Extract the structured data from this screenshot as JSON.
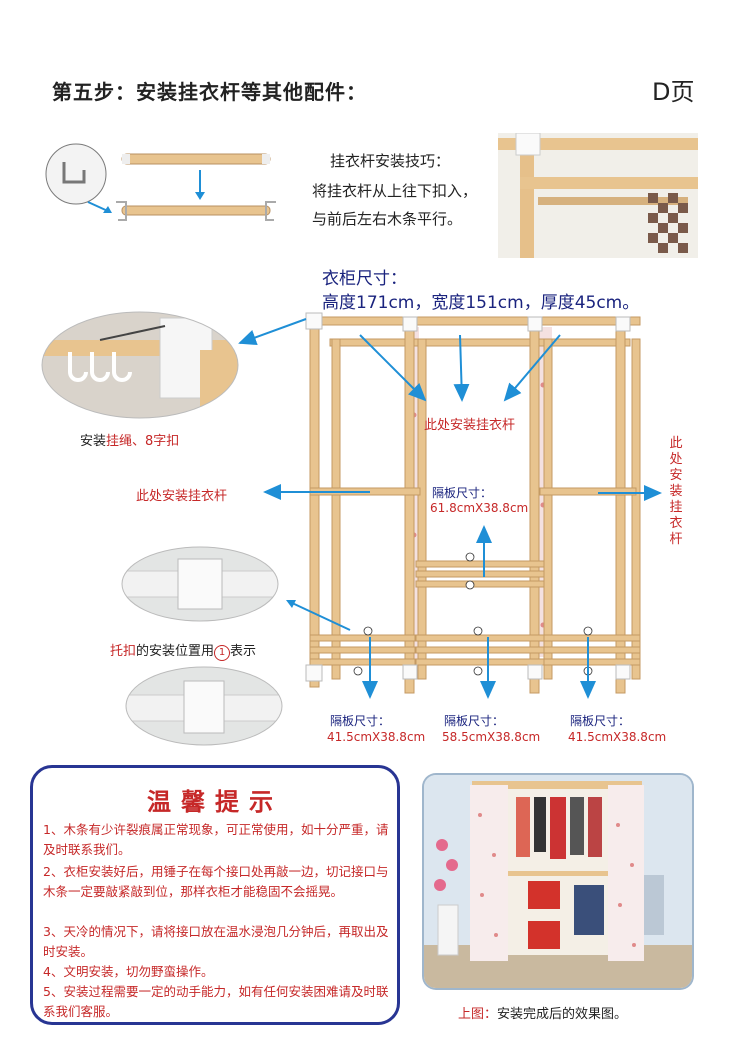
{
  "header": {
    "title": "第五步：安装挂衣杆等其他配件：",
    "page_id": "D页"
  },
  "tips": {
    "heading": "挂衣杆安装技巧：",
    "line1": "将挂衣杆从上往下扣入，",
    "line2": "与前后左右木条平行。"
  },
  "dimensions": {
    "heading": "衣柜尺寸：",
    "values": "高度171cm，宽度151cm，厚度45cm。"
  },
  "labels": {
    "rope_prefix": "安装",
    "rope_highlight": "挂绳、8字扣",
    "rod_center": "此处安装挂衣杆",
    "rod_left": "此处安装挂衣杆",
    "rod_right_vertical": "此处安装挂衣杆",
    "clip_prefix": "托扣",
    "clip_middle": "的安装位置用",
    "clip_symbol": "1",
    "clip_suffix": "表示"
  },
  "shelves": {
    "middle": {
      "label": "隔板尺寸：",
      "size": "61.8cmX38.8cm"
    },
    "left": {
      "label": "隔板尺寸：",
      "size": "41.5cmX38.8cm"
    },
    "center": {
      "label": "隔板尺寸：",
      "size": "58.5cmX38.8cm"
    },
    "right": {
      "label": "隔板尺寸：",
      "size": "41.5cmX38.8cm"
    }
  },
  "notice": {
    "title": "温馨提示",
    "items": [
      "1、木条有少许裂痕属正常现象，可正常使用，如十分严重，请及时联系我们。",
      "2、衣柜安装好后，用锤子在每个接口处再敲一边，切记接口与木条一定要敲紧敲到位，那样衣柜才能稳固不会摇晃。",
      "3、天冷的情况下，请将接口放在温水浸泡几分钟后，再取出及时安装。",
      "4、文明安装，切勿野蛮操作。",
      "5、安装过程需要一定的动手能力，如有任何安装困难请及时联系我们客服。"
    ]
  },
  "caption": {
    "prefix": "上图：",
    "text": "安装完成后的效果图。"
  },
  "colors": {
    "navy": "#1a237e",
    "red": "#c62828",
    "wood": "#e8c48f",
    "arrow_blue": "#1f8fd6"
  }
}
